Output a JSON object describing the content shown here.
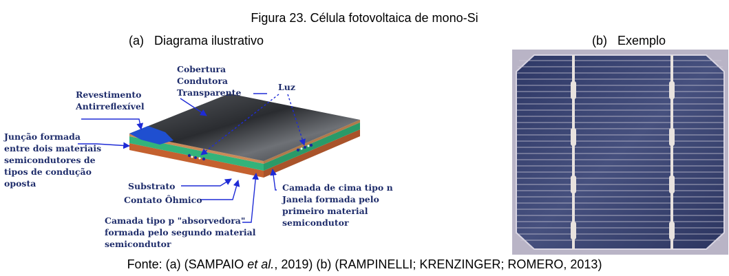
{
  "figure": {
    "title": "Figura 23. Célula fotovoltaica de mono-Si",
    "panel_a": {
      "letter": "(a)",
      "label": "Diagrama ilustrativo"
    },
    "panel_b": {
      "letter": "(b)",
      "label": "Exemplo"
    },
    "source": {
      "prefix": "Fonte: (a) (SAMPAIO ",
      "et_al": "et al.",
      "suffix": ", 2019) (b) (RAMPINELLI; KRENZINGER; ROMERO, 2013)"
    }
  },
  "diagram_labels": {
    "cobertura": [
      "Cobertura",
      "Condutora",
      "Transparente"
    ],
    "revestimento": [
      "Revestimento",
      "Antirreflexível"
    ],
    "luz": "Luz",
    "juncao": [
      "Junção formada",
      "entre dois materiais",
      "semicondutores de",
      "tipos de condução",
      "oposta"
    ],
    "substrato": "Substrato",
    "contato": "Contato Ôhmico",
    "camada_p": [
      "Camada tipo p \"absorvedora\"",
      "formada pelo segundo material",
      "semicondutor"
    ],
    "camada_n": [
      "Camada de cima tipo n",
      "Janela formada pelo",
      "primeiro material",
      "semicondutor"
    ]
  },
  "colors": {
    "arrow": "#1e2bd6",
    "label_text": "#1f2d6b",
    "top_surface": "#3a3d42",
    "green_layer": "#33b37a",
    "orange_layer": "#d06a3a",
    "wafer": "#3b4470",
    "busbar": "#e8e2de"
  }
}
